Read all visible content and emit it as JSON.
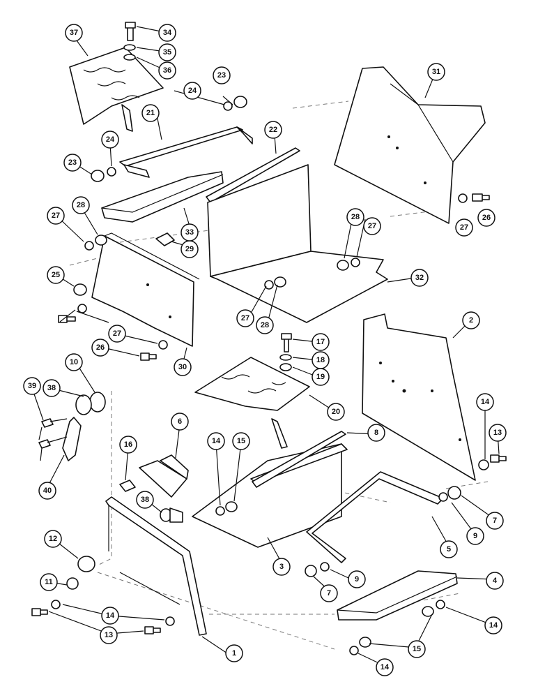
{
  "callouts": [
    {
      "n": "1"
    },
    {
      "n": "2"
    },
    {
      "n": "3"
    },
    {
      "n": "4"
    },
    {
      "n": "5"
    },
    {
      "n": "6"
    },
    {
      "n": "7"
    },
    {
      "n": "7"
    },
    {
      "n": "8"
    },
    {
      "n": "9"
    },
    {
      "n": "9"
    },
    {
      "n": "10"
    },
    {
      "n": "11"
    },
    {
      "n": "12"
    },
    {
      "n": "13"
    },
    {
      "n": "13"
    },
    {
      "n": "14"
    },
    {
      "n": "14"
    },
    {
      "n": "14"
    },
    {
      "n": "14"
    },
    {
      "n": "14"
    },
    {
      "n": "15"
    },
    {
      "n": "15"
    },
    {
      "n": "16"
    },
    {
      "n": "17"
    },
    {
      "n": "18"
    },
    {
      "n": "19"
    },
    {
      "n": "20"
    },
    {
      "n": "21"
    },
    {
      "n": "22"
    },
    {
      "n": "23"
    },
    {
      "n": "23"
    },
    {
      "n": "24"
    },
    {
      "n": "24"
    },
    {
      "n": "25"
    },
    {
      "n": "26"
    },
    {
      "n": "26"
    },
    {
      "n": "27"
    },
    {
      "n": "27"
    },
    {
      "n": "27"
    },
    {
      "n": "27"
    },
    {
      "n": "27"
    },
    {
      "n": "28"
    },
    {
      "n": "28"
    },
    {
      "n": "28"
    },
    {
      "n": "29"
    },
    {
      "n": "30"
    },
    {
      "n": "31"
    },
    {
      "n": "32"
    },
    {
      "n": "33"
    },
    {
      "n": "34"
    },
    {
      "n": "35"
    },
    {
      "n": "36"
    },
    {
      "n": "37"
    },
    {
      "n": "38"
    },
    {
      "n": "38"
    },
    {
      "n": "39"
    },
    {
      "n": "40"
    }
  ]
}
